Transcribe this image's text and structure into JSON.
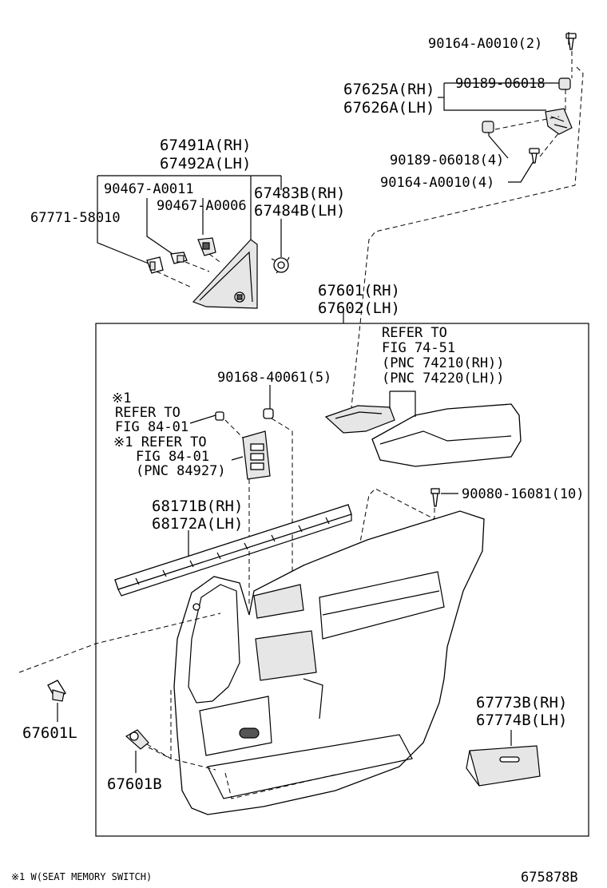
{
  "labels": {
    "p90164_top": "90164-A0010(2)",
    "p67625a": "67625A(RH)",
    "p67626a": "67626A(LH)",
    "p90189_top": "90189-06018",
    "p90189_4": "90189-06018(4)",
    "p90164_4": "90164-A0010(4)",
    "p67491a": "67491A(RH)",
    "p67492a": "67492A(LH)",
    "p90467_a0011": "90467-A0011",
    "p90467_a0006": "90467-A0006",
    "p67483b": "67483B(RH)",
    "p67484b": "67484B(LH)",
    "p67771": "67771-58010",
    "p67601": "67601(RH)",
    "p67602": "67602(LH)",
    "refer_74_line1": "REFER TO",
    "refer_74_line2": "FIG 74-51",
    "refer_74_line3": "(PNC 74210(RH))",
    "refer_74_line4": "(PNC 74220(LH))",
    "p90168": "90168-40061(5)",
    "note_mark_1": "※1",
    "refer_84a_line1": "REFER TO",
    "refer_84a_line2": "FIG 84-01",
    "refer_84b_line1": "※1 REFER TO",
    "refer_84b_line2": "FIG 84-01",
    "refer_84b_line3": "(PNC 84927)",
    "p90080": "90080-16081(10)",
    "p68171b": "68171B(RH)",
    "p68172a": "68172A(LH)",
    "p67601l": "67601L",
    "p67601b": "67601B",
    "p67773b": "67773B(RH)",
    "p67774b": "67774B(LH)"
  },
  "footer": {
    "note": "※1 W(SEAT MEMORY SWITCH)",
    "figure_id": "675878B"
  }
}
